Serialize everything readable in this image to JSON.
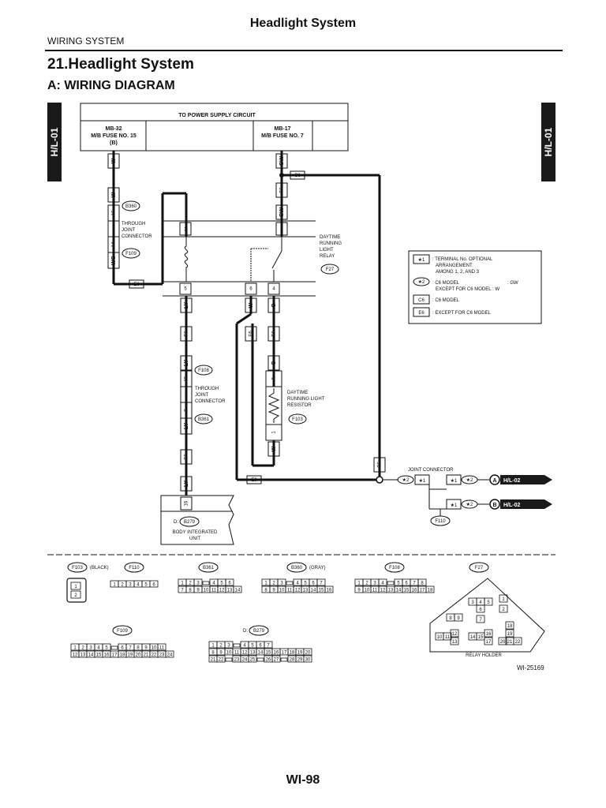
{
  "header": {
    "title": "Headlight System",
    "section": "WIRING SYSTEM"
  },
  "heading": {
    "main": "21.Headlight System",
    "sub": "A:  WIRING DIAGRAM"
  },
  "side_tabs": {
    "left": "H/L-01",
    "right": "H/L-01"
  },
  "power": {
    "title": "TO POWER SUPPLY CIRCUIT",
    "fuse_left": [
      "MB-32",
      "M/B FUSE NO. 15",
      "(B)"
    ],
    "fuse_right": [
      "MB-17",
      "M/B FUSE NO. 7"
    ]
  },
  "wires": {
    "w": "W",
    "gw": "GW",
    "wg": "WG",
    "ly": "LY",
    "g": "G",
    "c6": "C6",
    "e6": "E6",
    "c6_model": "C6"
  },
  "connectors": {
    "b360": "B360",
    "f109": "F109",
    "f27": "F27",
    "f108": "F108",
    "b361": "B361",
    "f103": "F103",
    "f110": "F110",
    "b279": "B279"
  },
  "pins": {
    "p16": "16",
    "p14": "14",
    "p3": "3",
    "p7": "7",
    "p5": "5",
    "p6": "6",
    "p4": "4",
    "p15": "15",
    "p9": "9",
    "p2": "2",
    "p1": "1",
    "p16b": "16"
  },
  "labels": {
    "through_joint_1": [
      "THROUGH",
      "JOINT",
      "CONNECTOR"
    ],
    "drl_relay": [
      "DAYTIME",
      "RUNNING",
      "LIGHT",
      "RELAY"
    ],
    "through_joint_2": [
      "THROUGH",
      "JOINT",
      "CONNECTOR"
    ],
    "drl_resistor": [
      "DAYTIME",
      "RUNNING LIGHT",
      "RESISTOR"
    ],
    "joint_connector": "JOINT CONNECTOR",
    "d_prefix": "D:",
    "body_integrated": [
      "BODY INTEGRATED",
      "UNIT"
    ],
    "hl02_a": "H/L-02",
    "hl02_b": "H/L-02",
    "a": "A",
    "b": "B",
    "star1": "★1",
    "star2": "★2"
  },
  "legend": {
    "star1_text": [
      ": TERMINAL No. OPTIONAL",
      "ARRANGEMENT",
      "AMONG 1, 2, AND 3"
    ],
    "star2_text": [
      ": C6 MODEL",
      ": GW",
      "EXCEPT FOR C6 MODEL : W"
    ],
    "c6_text": ": C6 MODEL",
    "e6_text": ": EXCEPT FOR C6 MODEL"
  },
  "connector_views": {
    "f103": {
      "id": "F103",
      "note": "(BLACK)",
      "pins": [
        "1",
        "2"
      ]
    },
    "f110": {
      "id": "F110",
      "pins": [
        "1",
        "2",
        "3",
        "4",
        "5",
        "6"
      ]
    },
    "b361": {
      "id": "B361",
      "row1": [
        "1",
        "2",
        "3",
        "",
        "4",
        "5",
        "6"
      ],
      "row2": [
        "7",
        "8",
        "9",
        "10",
        "11",
        "12",
        "13",
        "14"
      ]
    },
    "b360": {
      "id": "B360",
      "note": "(GRAY)",
      "row1": [
        "1",
        "2",
        "3",
        "",
        "4",
        "5",
        "6",
        "7"
      ],
      "row2": [
        "8",
        "9",
        "10",
        "11",
        "12",
        "13",
        "14",
        "15",
        "16"
      ]
    },
    "f108": {
      "id": "F108",
      "row1": [
        "1",
        "2",
        "3",
        "4",
        "",
        "5",
        "6",
        "7",
        "8"
      ],
      "row2": [
        "9",
        "10",
        "11",
        "12",
        "13",
        "14",
        "15",
        "16",
        "17",
        "18"
      ]
    },
    "f109": {
      "id": "F109",
      "row1": [
        "1",
        "2",
        "3",
        "4",
        "5",
        "",
        "6",
        "7",
        "8",
        "9",
        "10",
        "11"
      ],
      "row2": [
        "12",
        "13",
        "14",
        "15",
        "16",
        "17",
        "18",
        "19",
        "20",
        "21",
        "22",
        "23",
        "24"
      ]
    },
    "b279": {
      "prefix": "D:",
      "id": "B279",
      "row1": [
        "1",
        "2",
        "3",
        "",
        "4",
        "5",
        "6",
        "7"
      ],
      "row2": [
        "8",
        "9",
        "10",
        "11",
        "12",
        "13",
        "14",
        "15",
        "16",
        "17",
        "18",
        "19",
        "20"
      ],
      "row3": [
        "21",
        "22",
        "",
        "23",
        "24",
        "25",
        "",
        "26",
        "27",
        "",
        "28",
        "29",
        "30"
      ]
    },
    "f27": {
      "id": "F27",
      "holder": "RELAY HOLDER",
      "cells": [
        "1",
        "2",
        "3",
        "4",
        "5",
        "6",
        "7",
        "8",
        "9",
        "10",
        "11",
        "12",
        "13",
        "14",
        "15",
        "16",
        "17",
        "18",
        "19",
        "20",
        "21",
        "22"
      ]
    }
  },
  "figure_id": "WI-25169",
  "footer": {
    "page": "WI-98"
  }
}
